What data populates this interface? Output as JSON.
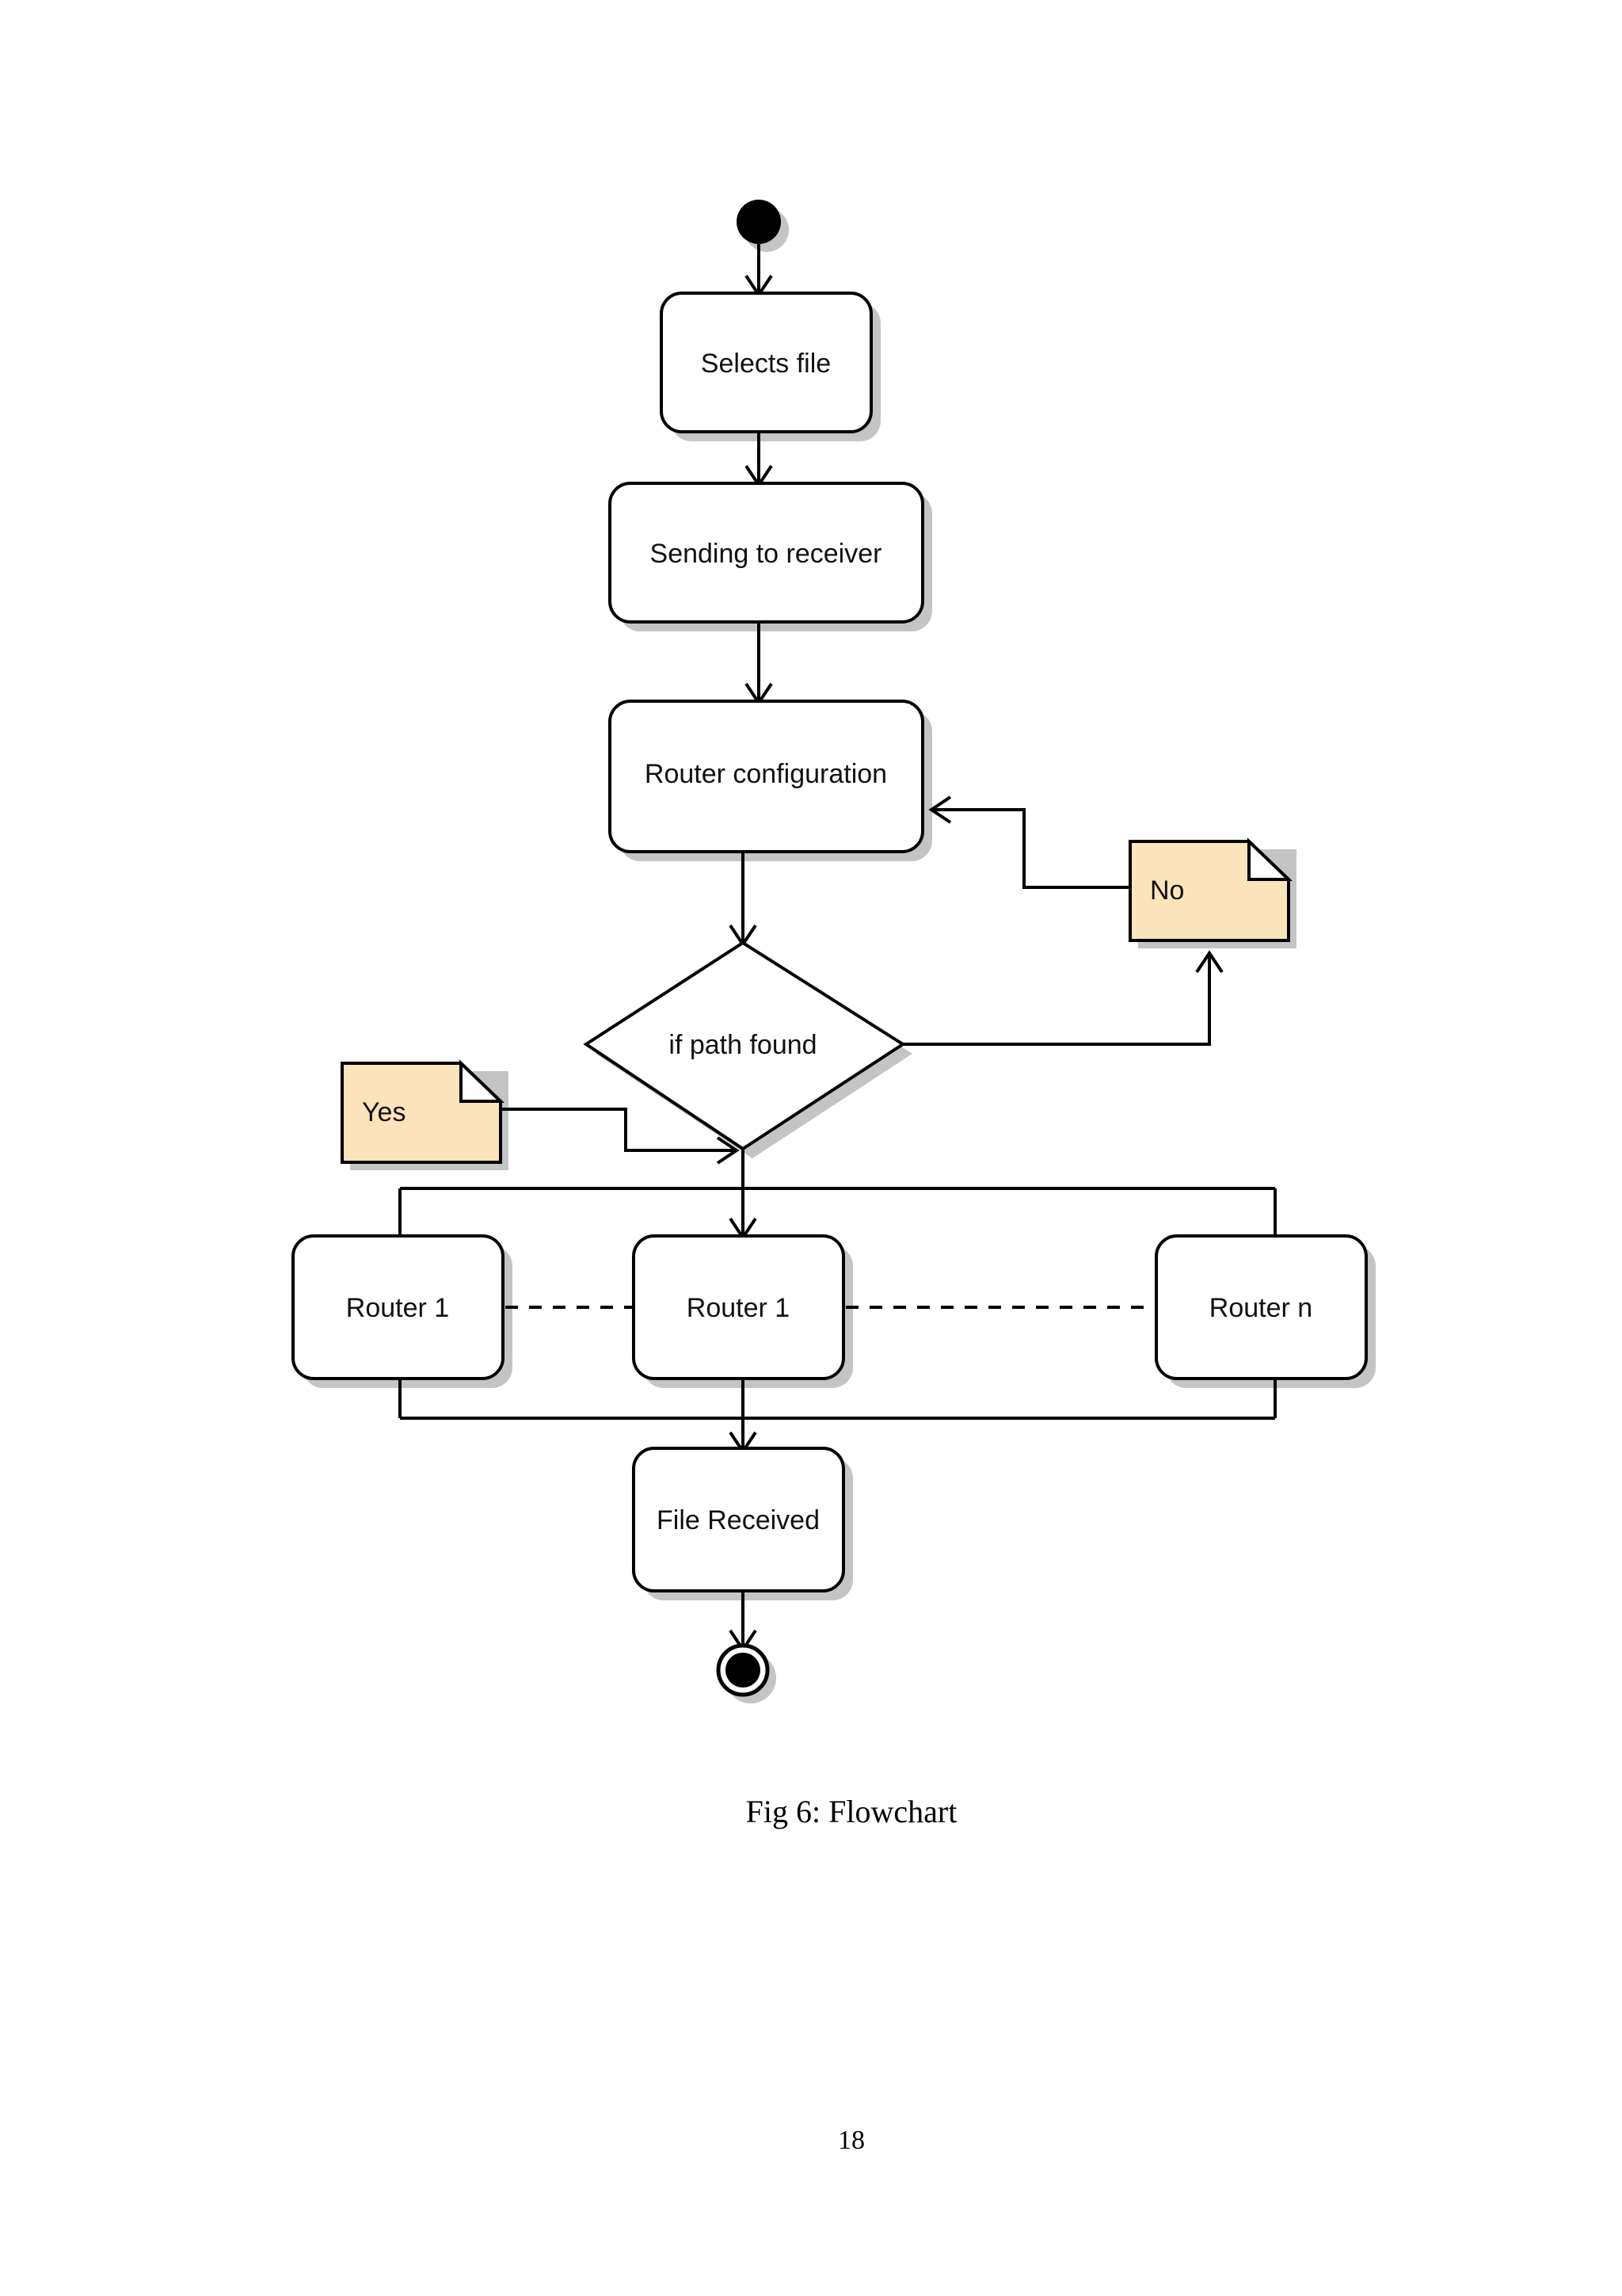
{
  "page": {
    "number": "18",
    "caption": "Fig 6: Flowchart",
    "background_color": "#ffffff"
  },
  "diagram": {
    "type": "uml-activity-diagram",
    "title": "Flowchart",
    "colors": {
      "node_fill": "#ffffff",
      "node_stroke": "#000000",
      "note_fill": "#fbe3bb",
      "note_stroke": "#000000",
      "shadow": "#c4c4c4",
      "text": "#111111"
    },
    "start_node": {
      "name": "initial-node"
    },
    "end_node": {
      "name": "final-node"
    },
    "activities": [
      {
        "id": "selects-file",
        "label": "Selects file"
      },
      {
        "id": "sending-to-receiver",
        "label": "Sending to receiver"
      },
      {
        "id": "router-configuration",
        "label": "Router configuration"
      },
      {
        "id": "router-left",
        "label": "Router 1"
      },
      {
        "id": "router-middle",
        "label": "Router 1"
      },
      {
        "id": "router-right",
        "label": "Router n"
      },
      {
        "id": "file-received",
        "label": "File Received"
      }
    ],
    "decision": {
      "id": "if-path-found",
      "label": "if path found"
    },
    "notes": [
      {
        "id": "note-yes",
        "label": "Yes"
      },
      {
        "id": "note-no",
        "label": "No"
      }
    ],
    "flows": [
      {
        "from": "initial-node",
        "to": "selects-file"
      },
      {
        "from": "selects-file",
        "to": "sending-to-receiver"
      },
      {
        "from": "sending-to-receiver",
        "to": "router-configuration"
      },
      {
        "from": "router-configuration",
        "to": "if-path-found"
      },
      {
        "from": "if-path-found",
        "to": "note-no",
        "guard": "No"
      },
      {
        "from": "note-no",
        "to": "router-configuration"
      },
      {
        "from": "note-yes",
        "to": "if-path-found",
        "guard": "Yes"
      },
      {
        "from": "if-path-found",
        "to": "router-left"
      },
      {
        "from": "if-path-found",
        "to": "router-middle"
      },
      {
        "from": "if-path-found",
        "to": "router-right"
      },
      {
        "from": "router-left",
        "to": "file-received"
      },
      {
        "from": "router-middle",
        "to": "file-received"
      },
      {
        "from": "router-right",
        "to": "file-received"
      },
      {
        "from": "router-left",
        "to": "router-middle",
        "style": "dashed"
      },
      {
        "from": "router-middle",
        "to": "router-right",
        "style": "dashed"
      },
      {
        "from": "file-received",
        "to": "final-node"
      }
    ]
  }
}
